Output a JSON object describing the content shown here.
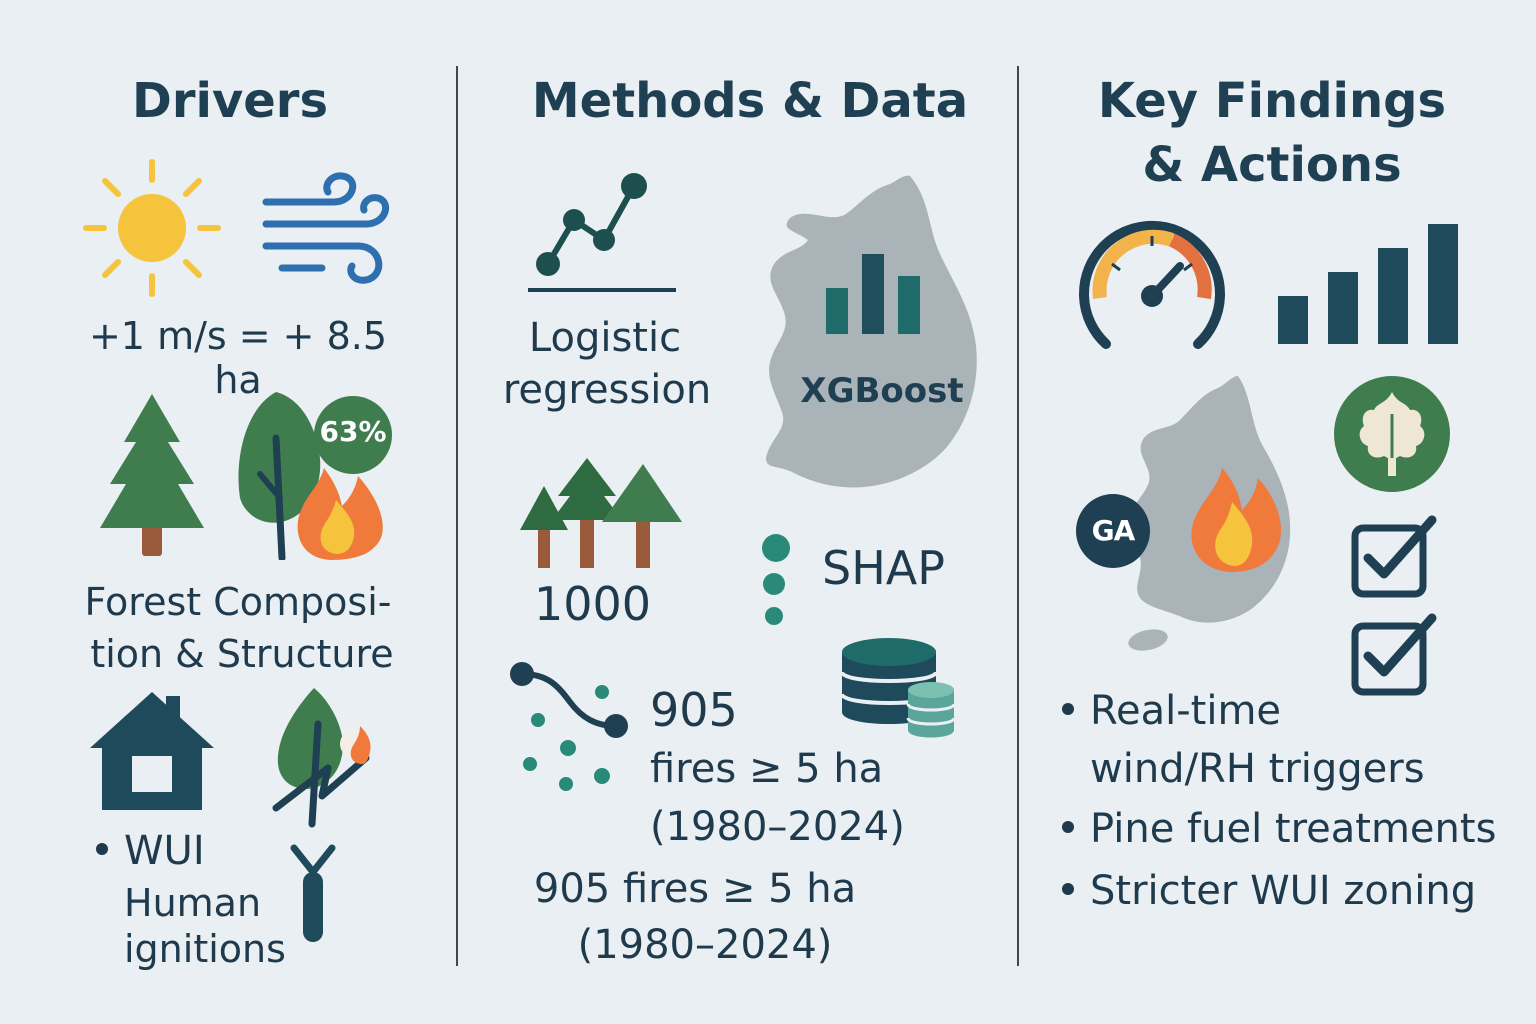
{
  "drivers": {
    "heading": "Drivers",
    "wind_stat": "+1 m/s = + 8.5 ha",
    "pine_percent": "63%",
    "forest_line1": "Forest Composi-",
    "forest_line2": "tion & Structure",
    "wui": "WUI",
    "human_line1": "Human",
    "human_line2": "ignitions",
    "icons": [
      "sun-icon",
      "wind-icon",
      "conifer-tree-icon",
      "burning-tree-icon",
      "house-icon",
      "ignition-tree-icon",
      "torch-icon"
    ]
  },
  "methods": {
    "heading": "Methods & Data",
    "logistic_line1": "Logistic",
    "logistic_line2": "regression",
    "xgboost": "XGBoost",
    "trees_count": "1000",
    "shap": "SHAP",
    "fires_count": "905",
    "fires_threshold": "fires ≥ 5 ha",
    "fires_period": "(1980–2024)",
    "summary_line1": "905 fires ≥ 5 ha",
    "summary_line2": "(1980–2024)",
    "icons": [
      "line-chart-icon",
      "korea-map-icon",
      "bar-chart-icon",
      "forest-icon",
      "dots-icon",
      "scatter-curve-icon",
      "database-icon"
    ]
  },
  "findings": {
    "heading_line1": "Key Findings",
    "heading_line2": "& Actions",
    "ga_badge": "GA",
    "actions": [
      "Real-time",
      "wind/RH triggers",
      "Pine fuel treatments",
      "Stricter WUI zoning"
    ],
    "icons": [
      "gauge-icon",
      "bar-chart-icon",
      "korea-map-fire-icon",
      "leaf-badge-icon",
      "checkbox-icon"
    ]
  },
  "colors": {
    "background": "#e9eff2",
    "navy": "#1f3f52",
    "green": "#3f7d4e",
    "teal": "#1e6b6a",
    "orange": "#ef7a3c",
    "yellow": "#f6c43c",
    "map_gray": "#a9b3b8",
    "wind_blue": "#2e6fb0"
  }
}
